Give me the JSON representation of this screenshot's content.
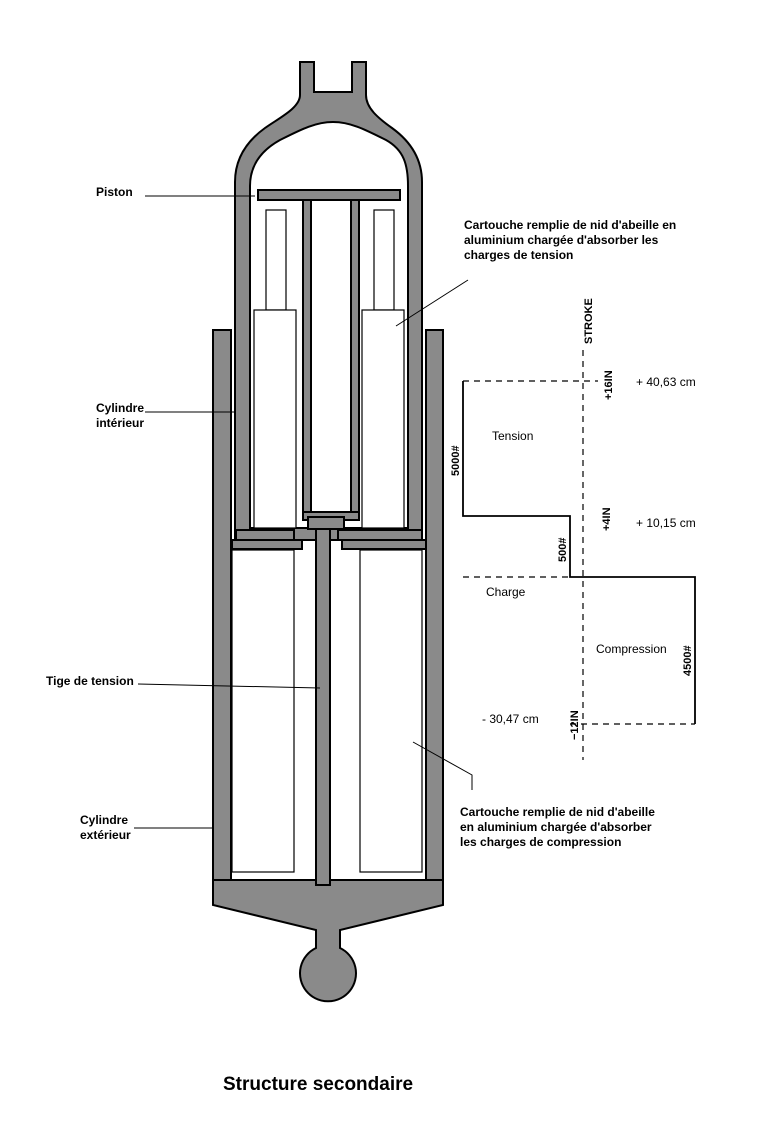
{
  "title": "Structure secondaire",
  "labels": {
    "piston": "Piston",
    "cylindre_interieur_1": "Cylindre",
    "cylindre_interieur_2": "intérieur",
    "tige": "Tige de tension",
    "cylindre_exterieur_1": "Cylindre",
    "cylindre_exterieur_2": "extérieur",
    "cartouche_tension_1": "Cartouche remplie de nid d'abeille en",
    "cartouche_tension_2": "aluminium chargée d'absorber les",
    "cartouche_tension_3": "charges de tension",
    "cartouche_compression_1": "Cartouche remplie de nid d'abeille",
    "cartouche_compression_2": "en aluminium chargée d'absorber",
    "cartouche_compression_3": "les charges de compression"
  },
  "stroke_diagram": {
    "axis_label": "STROKE",
    "plus16": "+16IN",
    "plus16_cm": "+ 40,63 cm",
    "plus4": "+4IN",
    "plus4_cm": "+ 10,15 cm",
    "minus12": "−12IN",
    "minus12_cm": "- 30,47 cm",
    "tension": "Tension",
    "charge": "Charge",
    "compression": "Compression",
    "load_5000": "5000#",
    "load_500": "500#",
    "load_4500": "4500#"
  }
}
